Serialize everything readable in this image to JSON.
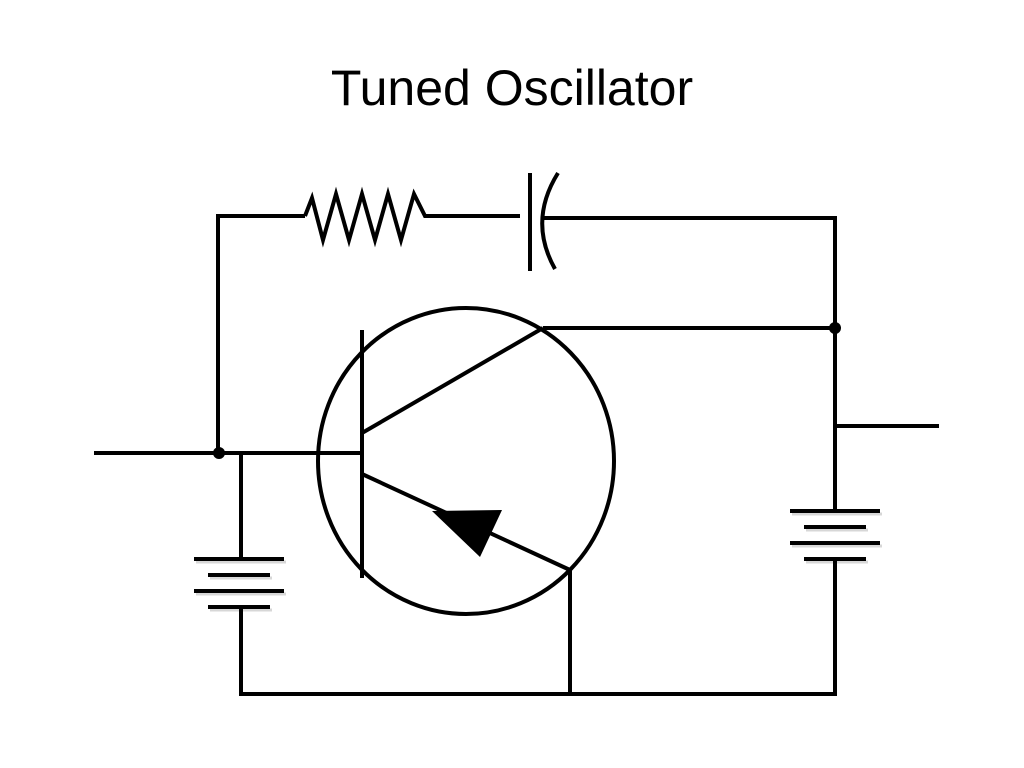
{
  "title": "Tuned Oscillator",
  "components": {
    "transistor": "bjt-npn-transistor",
    "resistor": "feedback-resistor",
    "capacitor": "feedback-capacitor",
    "battery_left": "base-bias-battery",
    "battery_right": "collector-supply-battery"
  },
  "colors": {
    "line": "#000000",
    "background": "#ffffff"
  }
}
